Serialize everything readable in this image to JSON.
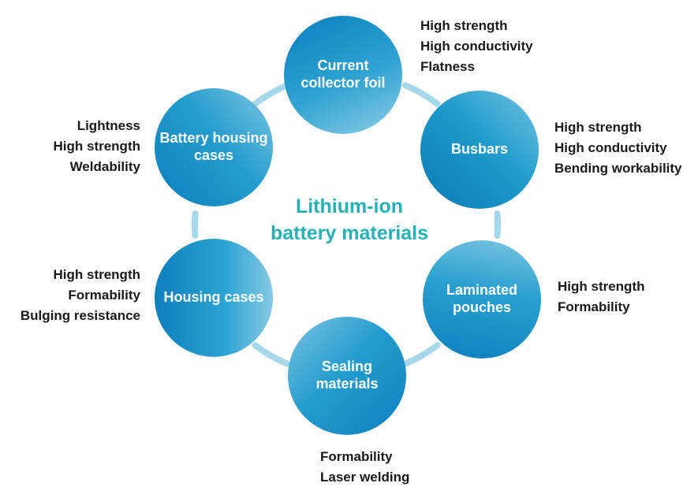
{
  "title": {
    "line1": "Lithium-ion",
    "line2": "battery materials"
  },
  "nodes": [
    {
      "id": "current-collector-foil",
      "label": "Current collector foil",
      "line1": "Current",
      "line2": "collector foil",
      "props": [
        "High strength",
        "High conductivity",
        "Flatness"
      ]
    },
    {
      "id": "busbars",
      "label": "Busbars",
      "line1": "Busbars",
      "line2": "",
      "props": [
        "High strength",
        "High conductivity",
        "Bending workability"
      ]
    },
    {
      "id": "laminated-pouches",
      "label": "Laminated pouches",
      "line1": "Laminated",
      "line2": "pouches",
      "props": [
        "High strength",
        "Formability"
      ]
    },
    {
      "id": "sealing-materials",
      "label": "Sealing materials",
      "line1": "Sealing",
      "line2": "materials",
      "props": [
        "Formability",
        "Laser welding"
      ]
    },
    {
      "id": "housing-cases",
      "label": "Housing cases",
      "line1": "Housing cases",
      "line2": "",
      "props": [
        "High strength",
        "Formability",
        "Bulging resistance"
      ]
    },
    {
      "id": "battery-housing-cases",
      "label": "Battery housing cases",
      "line1": "Battery housing",
      "line2": "cases",
      "props": [
        "Lightness",
        "High strength",
        "Weldability"
      ]
    }
  ],
  "colors": {
    "circle_dark": "#0d7fbd",
    "circle_mid": "#259dce",
    "circle_light": "#8ccde5",
    "connector": "#a7d8ea",
    "title_teal": "#27b1b6",
    "text": "#1a1a1a",
    "background": "#ffffff"
  }
}
